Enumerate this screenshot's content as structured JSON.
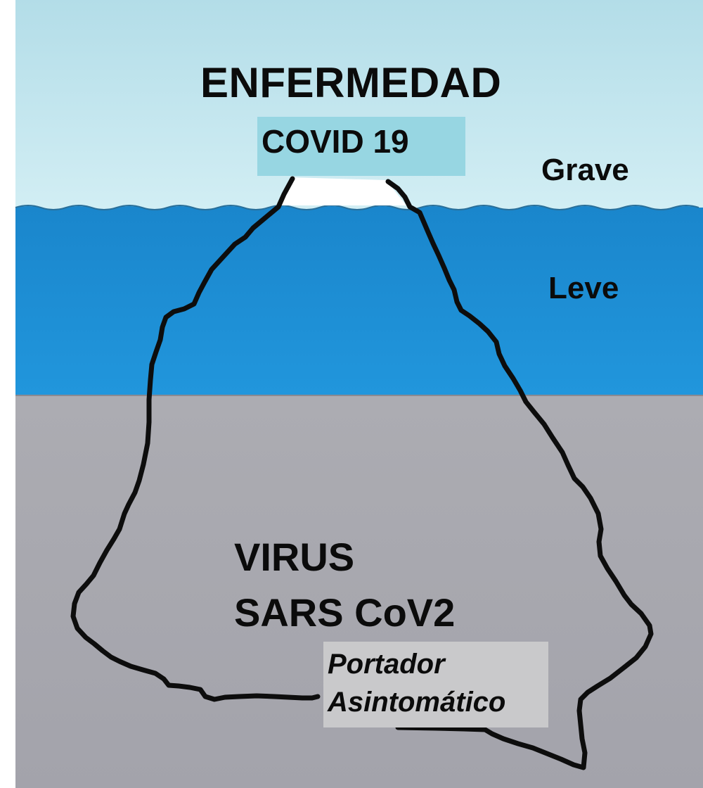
{
  "diagram": {
    "title": "ENFERMEDAD",
    "disease_label": "COVID 19",
    "severity_levels": {
      "above_water": "Grave",
      "mid_water": "Leve"
    },
    "cause_label_line1": "VIRUS",
    "cause_label_line2": "SARS CoV2",
    "hidden_state_line1": "Portador",
    "hidden_state_line2": "Asintomático"
  },
  "colors": {
    "sky": "#b9e0ea",
    "water": "#1f8fd2",
    "underwater": "#aaaab2",
    "iceberg_tip": "#ffffff",
    "covid_box": "#97d6e2",
    "carrier_box": "#c9c9cb",
    "outline": "#0d0d0d"
  }
}
